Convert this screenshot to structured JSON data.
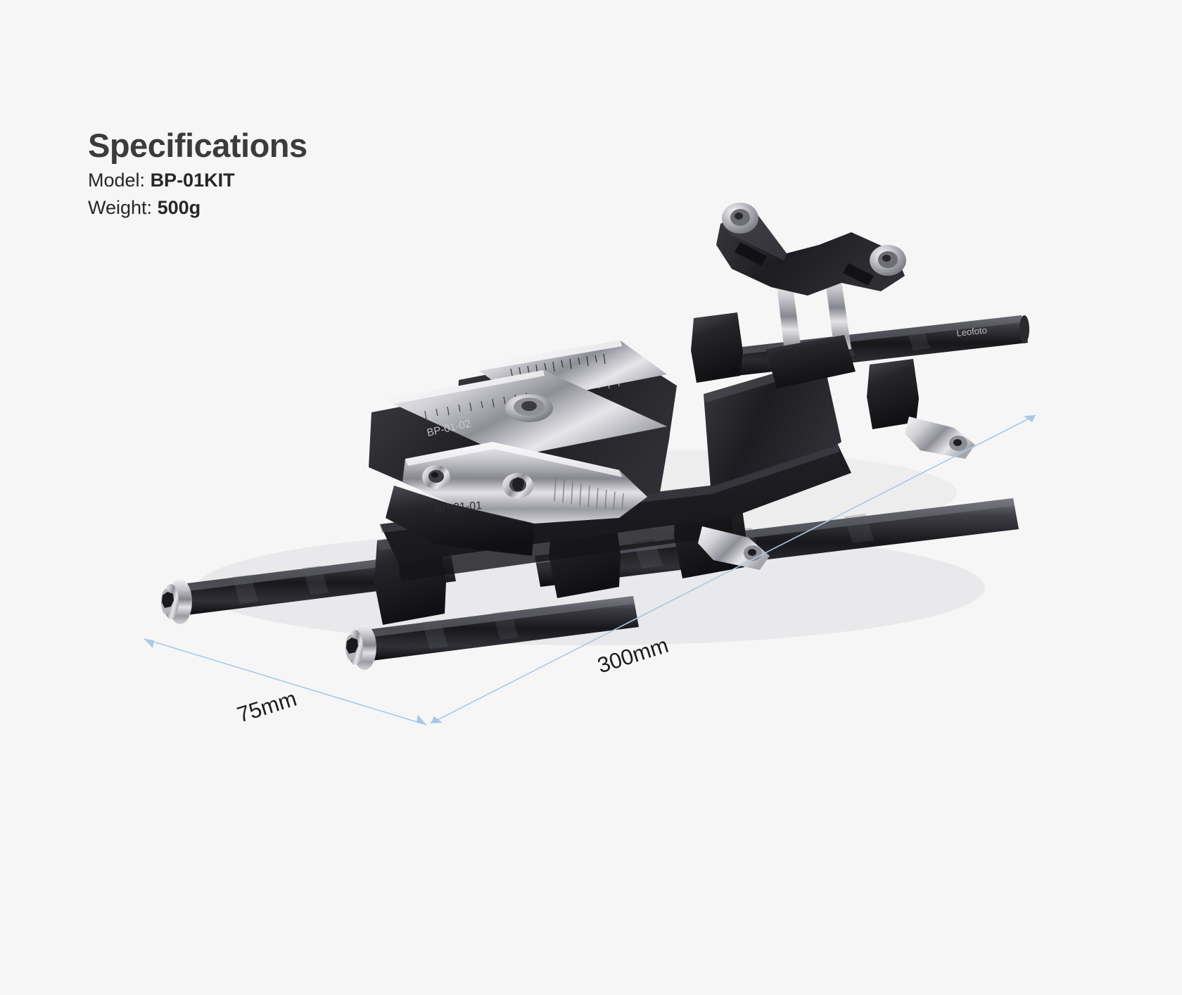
{
  "page": {
    "background_color": "#f6f6f6",
    "heading": "Specifications"
  },
  "specs": {
    "model": {
      "label": "Model:",
      "value": "BP-01KIT"
    },
    "weight": {
      "label": "Weight:",
      "value": "500g"
    }
  },
  "product": {
    "name": "camera-baseplate-rod-rig",
    "brand_engraving": "Leofoto",
    "part_engravings": [
      "BP-01-01",
      "BP-01-02"
    ],
    "colors": {
      "body_black": "#1e1e20",
      "body_dark": "#2b2b2e",
      "metal_light": "#d8d8dc",
      "metal_mid": "#9a9aa0",
      "metal_dark": "#5d5d63",
      "carbon_dark": "#232326",
      "carbon_light": "#4a4a50"
    }
  },
  "dimensions": {
    "line_color": "#a8c8e8",
    "items": [
      {
        "name": "length",
        "label": "300mm",
        "value": 300,
        "unit": "mm"
      },
      {
        "name": "width",
        "label": "75mm",
        "value": 75,
        "unit": "mm"
      }
    ]
  }
}
